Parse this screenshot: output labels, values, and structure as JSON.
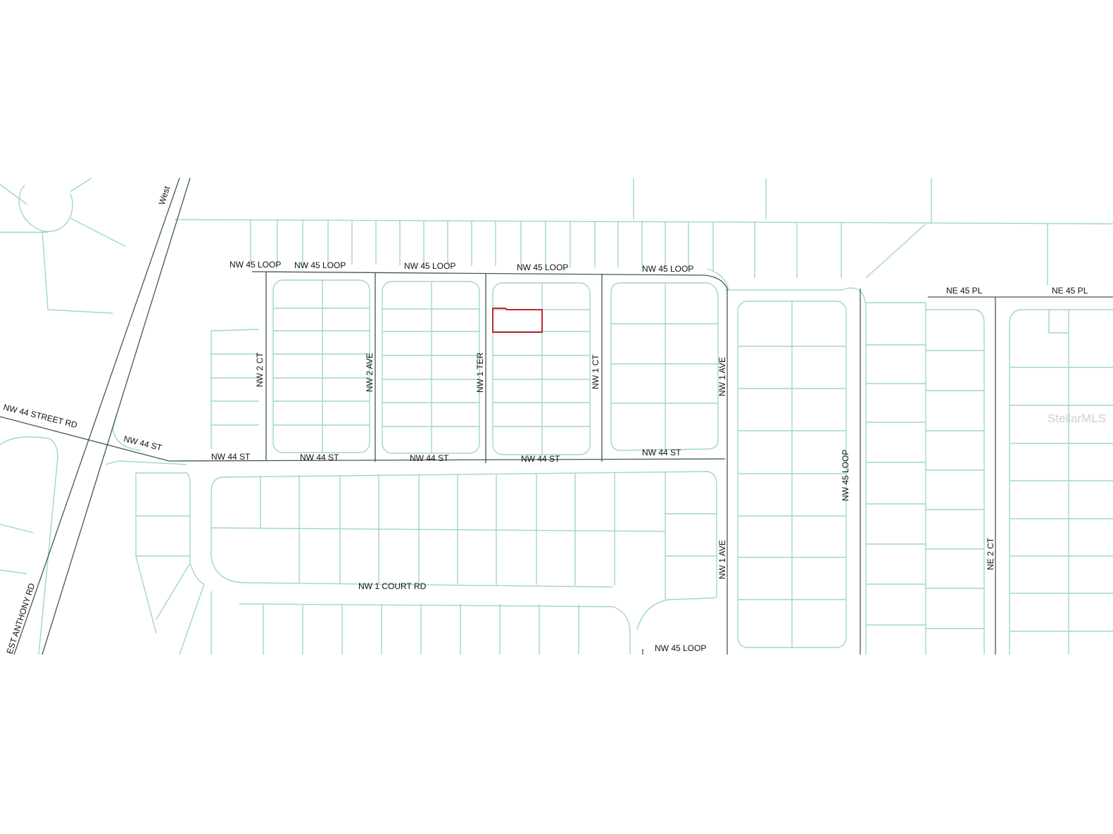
{
  "map": {
    "colors": {
      "parcel_line": "#9fd6cf",
      "road_line": "#3d5a4f",
      "highlight": "#c0282d",
      "label_text": "#111111",
      "watermark": "#cfcfcf",
      "background": "#ffffff"
    },
    "labels": {
      "west_rd": "West",
      "nw45loop_a": "NW 45 LOOP",
      "nw45loop_b": "NW 45 LOOP",
      "nw45loop_c": "NW 45 LOOP",
      "nw45loop_d": "NW 45 LOOP",
      "nw45loop_e": "NW 45 LOOP",
      "ne45pl_a": "NE 45 PL",
      "ne45pl_b": "NE 45 PL",
      "nw2ct": "NW 2 CT",
      "nw2ave": "NW 2 AVE",
      "nw1ter": "NW 1 TER",
      "nw1ct": "NW 1 CT",
      "nw1ave_top": "NW 1 AVE",
      "nw44streetrd": "NW 44 STREET RD",
      "nw44st_a": "NW 44 ST",
      "nw44st_b": "NW 44 ST",
      "nw44st_c": "NW 44 ST",
      "nw44st_d": "NW 44 ST",
      "nw44st_e": "NW 44 ST",
      "nw44st_f": "NW 44 ST",
      "nw45loop_right": "NW 45 LOOP",
      "nw1ave_bottom": "NW 1 AVE",
      "ne2ct": "NE 2 CT",
      "nw1courtrd": "NW 1 COURT RD",
      "nw45loop_bottom": "NW 45 LOOP",
      "west_anthony_rd": "EST ANTHONY RD"
    },
    "watermark": "StellarMLS"
  }
}
